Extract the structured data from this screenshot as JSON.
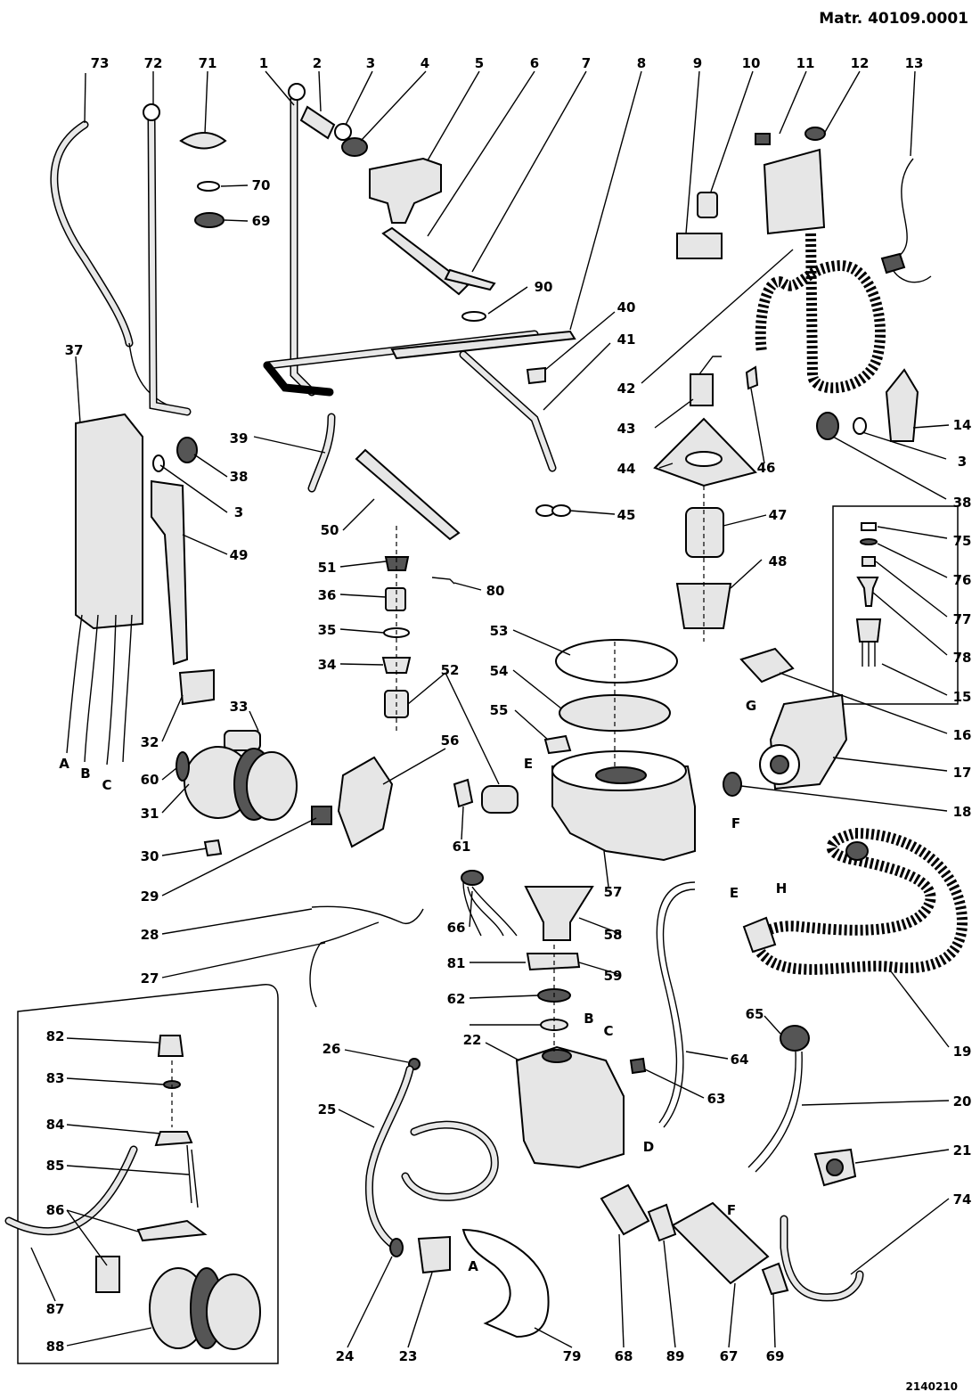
{
  "header": {
    "matriculation": "Matr. 40109.0001"
  },
  "footer": {
    "drawing_code": "2140210"
  },
  "callouts": {
    "n73": "73",
    "n72": "72",
    "n71": "71",
    "n1": "1",
    "n2": "2",
    "n3a": "3",
    "n4": "4",
    "n5": "5",
    "n6": "6",
    "n7": "7",
    "n8": "8",
    "n9": "9",
    "n10": "10",
    "n11": "11",
    "n12": "12",
    "n13": "13",
    "n70": "70",
    "n69": "69",
    "n90": "90",
    "n40": "40",
    "n41": "41",
    "n42": "42",
    "n37": "37",
    "n43": "43",
    "n46": "46",
    "n14": "14",
    "n3b": "3",
    "n39": "39",
    "n38a": "38",
    "n44": "44",
    "n38b": "38",
    "n3c": "3",
    "n45": "45",
    "n49": "49",
    "n50": "50",
    "n47": "47",
    "n75": "75",
    "n51": "51",
    "n48": "48",
    "n76": "76",
    "n36": "36",
    "n80": "80",
    "n77": "77",
    "n35": "35",
    "n53": "53",
    "n78": "78",
    "n34": "34",
    "n54": "54",
    "n52": "52",
    "n15": "15",
    "n32": "32",
    "n33": "33",
    "n55": "55",
    "n16": "16",
    "n60": "60",
    "n56": "56",
    "n17": "17",
    "n31": "31",
    "n18": "18",
    "n30": "30",
    "n61": "61",
    "n29": "29",
    "n57": "57",
    "n28": "28",
    "n66": "66",
    "n58": "58",
    "n27": "27",
    "n81": "81",
    "n59": "59",
    "n82": "82",
    "n62": "62",
    "n65": "65",
    "n19": "19",
    "n26": "26",
    "n22": "22",
    "n64": "64",
    "n83": "83",
    "n63": "63",
    "n20": "20",
    "n84": "84",
    "n25": "25",
    "n85": "85",
    "n21": "21",
    "n86": "86",
    "n74": "74",
    "n87": "87",
    "n88": "88",
    "n24": "24",
    "n23": "23",
    "n79": "79",
    "n68": "68",
    "n89": "89",
    "n67": "67",
    "n69b": "69"
  },
  "connectors": {
    "A1": "A",
    "B1": "B",
    "C1": "C",
    "E1": "E",
    "F1": "F",
    "G1": "G",
    "E2": "E",
    "H1": "H",
    "B2": "B",
    "C2": "C",
    "D1": "D",
    "F2": "F",
    "A2": "A"
  }
}
